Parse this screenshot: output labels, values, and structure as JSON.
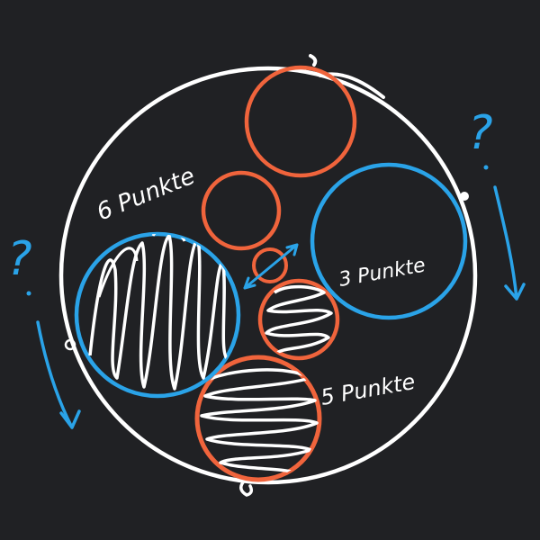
{
  "colors": {
    "background": "#202124",
    "outline": "#ffffff",
    "orange": "#f0643c",
    "blue": "#2aa3e8"
  },
  "labels": {
    "left_region": "6 Punkte",
    "right_region": "3 Punkte",
    "bottom_region": "5 Punkte"
  },
  "question_marks": {
    "left": "?",
    "right": "?"
  }
}
